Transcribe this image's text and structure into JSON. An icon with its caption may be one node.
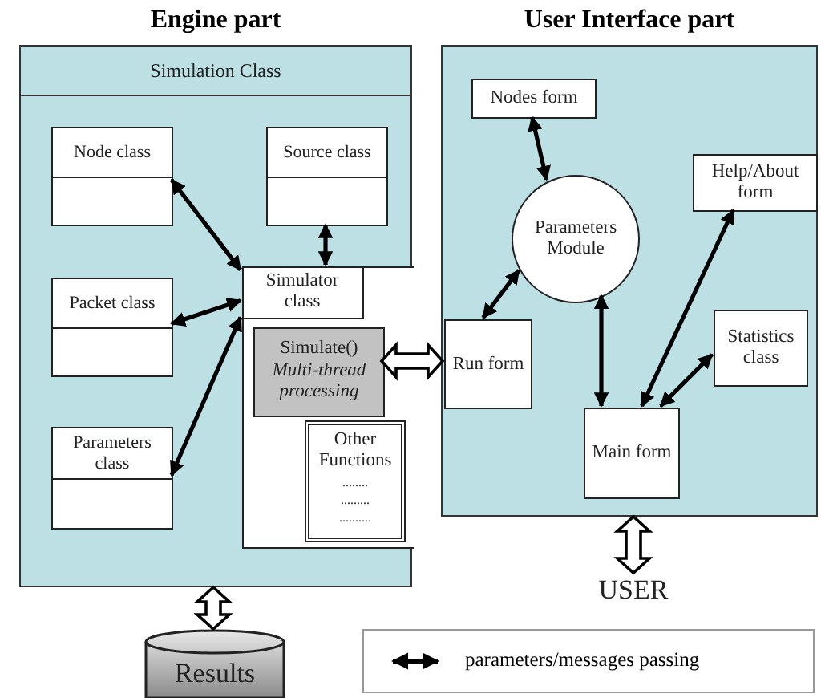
{
  "diagram": {
    "nodes": [
      {
        "text": [
          "Engine part",
          "Simulation Class"
        ]
      },
      {
        "text": [
          "Node class"
        ],
        "in": 0
      },
      {
        "text": [
          "Source class"
        ],
        "in": 0
      },
      {
        "text": [
          "Packet class"
        ],
        "in": 0
      },
      {
        "text": [],
        "shape": "box",
        "in": 0
      },
      {
        "text": [
          "Simulator class"
        ],
        "in": 4
      },
      {
        "text": [
          "Simulate()",
          "Multi-thread processing"
        ],
        "in": 4
      },
      {
        "text": [
          "Other Functions",
          "........",
          ".........",
          ".........."
        ],
        "in": 4
      },
      {
        "text": [
          "Parameters class"
        ],
        "in": 0
      },
      {
        "text": [
          "Results"
        ]
      },
      {
        "text": [
          "User Interface part"
        ]
      },
      {
        "text": [
          "Nodes form"
        ],
        "in": 10
      },
      {
        "text": [
          "Parameters Module"
        ],
        "in": 10
      },
      {
        "text": [
          "Help/About form"
        ],
        "in": 10
      },
      {
        "text": [
          "Run form"
        ],
        "in": 10
      },
      {
        "text": [
          "Statistics class"
        ],
        "in": 10
      },
      {
        "text": [
          "Main form"
        ],
        "in": 10
      },
      {
        "text": [
          "USER"
        ]
      }
    ],
    "edges": [
      {
        "from": 1,
        "to": 5,
        "arrow": "both"
      },
      {
        "from": 2,
        "to": 5,
        "arrow": "both"
      },
      {
        "from": 3,
        "to": 5,
        "arrow": "both"
      },
      {
        "from": 8,
        "to": 4,
        "arrow": "both"
      },
      {
        "from": 6,
        "to": 14,
        "arrow": "both",
        "style": "thick"
      },
      {
        "from": 11,
        "to": 12,
        "arrow": "both"
      },
      {
        "from": 14,
        "to": 12,
        "arrow": "both"
      },
      {
        "from": 12,
        "to": 16,
        "arrow": "both"
      },
      {
        "from": 16,
        "to": 13,
        "arrow": "both"
      },
      {
        "from": 16,
        "to": 15,
        "arrow": "both"
      },
      {
        "from": 0,
        "to": 9,
        "arrow": "both",
        "style": "thick"
      },
      {
        "from": 10,
        "to": 17,
        "arrow": "both",
        "style": "thick"
      }
    ],
    "legend": [
      {
        "text": "parameters/messages passing"
      }
    ]
  }
}
